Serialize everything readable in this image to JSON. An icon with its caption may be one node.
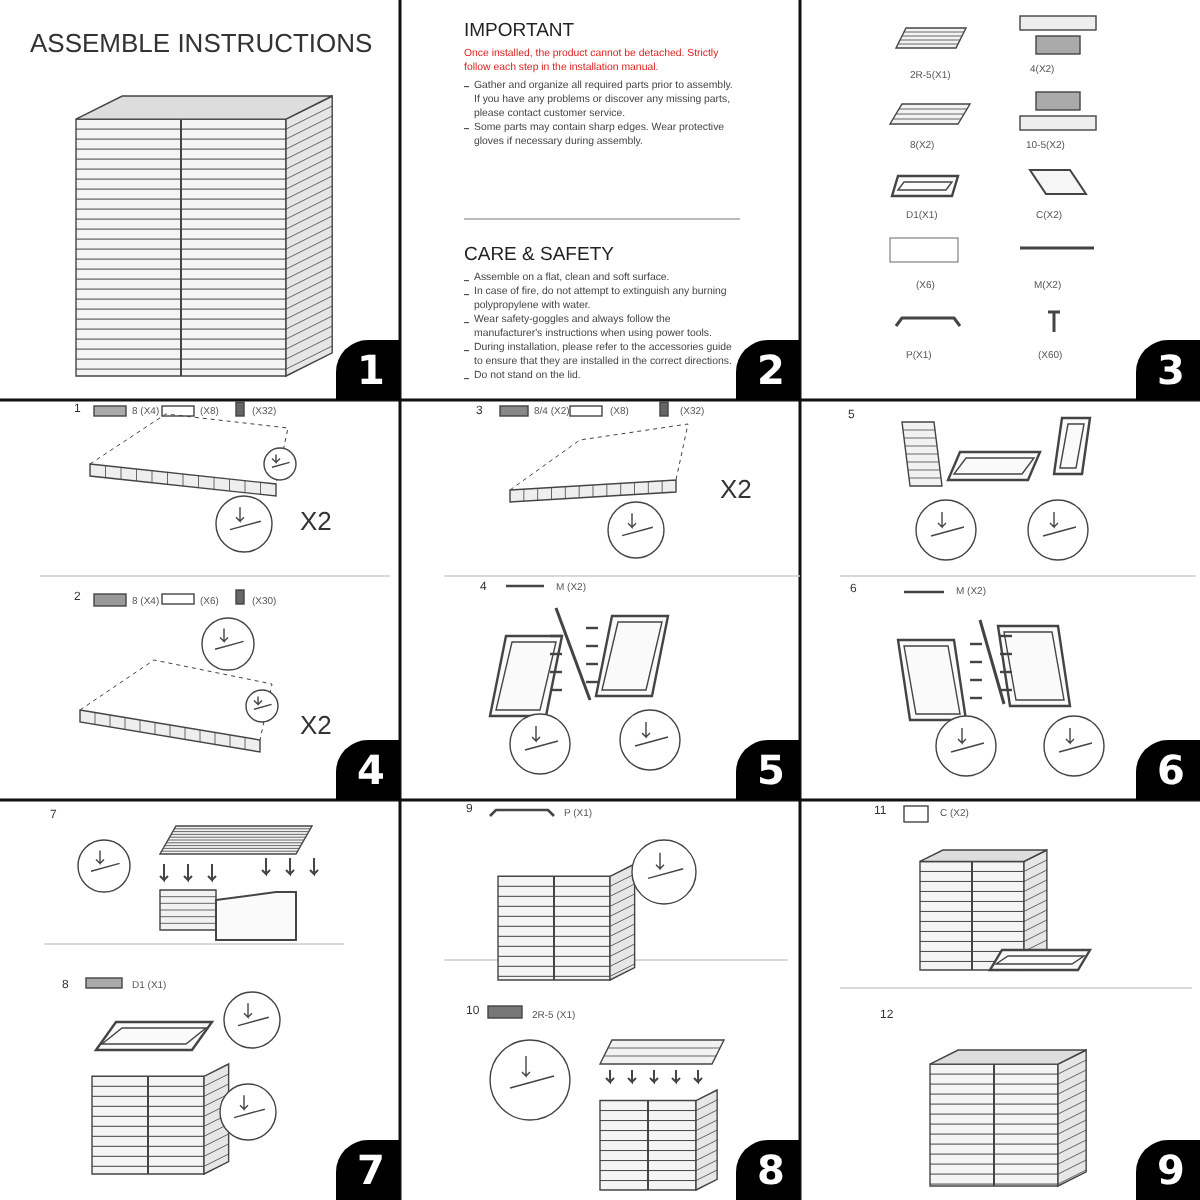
{
  "diagram": {
    "title": "ASSEMBLE INSTRUCTIONS",
    "labels": [
      "1",
      "IMPORTANT",
      "Once installed, the product cannot be detached. Strictly follow each step in the installation manual.",
      "Gather and organize all required parts prior to assembly. If you have any problems or discover any missing parts, please contact customer service.",
      "Some parts may contain sharp edges. Wear protective gloves if necessary during assembly.",
      "CARE & SAFETY",
      "Assemble on a flat, clean and soft surface.",
      "In case of fire, do not attempt to extinguish any burning polypropylene with water.",
      "Wear safety-goggles and always follow the manufacturer's instructions when using power tools.",
      "During installation, please refer to the accessories guide to ensure that they are installed in the correct directions.",
      "Do not stand on the lid.",
      "2",
      "2R-5(X1)",
      "4(X2)",
      "8(X2)",
      "10-5(X2)",
      "D1(X1)",
      "C(X2)",
      "(X6)",
      "M(X2)",
      "P(X1)",
      "(X60)",
      "3",
      "1",
      "8 (X4)",
      "(X8)",
      "(X32)",
      "X2",
      "2",
      "8 (X4)",
      "(X6)",
      "(X30)",
      "X2",
      "4",
      "3",
      "8/4 (X2)",
      "(X8)",
      "(X32)",
      "X2",
      "4",
      "M (X2)",
      "5",
      "5",
      "6",
      "M (X2)",
      "6",
      "7",
      "8",
      "D1 (X1)",
      "7",
      "9",
      "P (X1)",
      "10",
      "2R-5 (X1)",
      "8",
      "11",
      "C (X2)",
      "12",
      "9"
    ]
  }
}
